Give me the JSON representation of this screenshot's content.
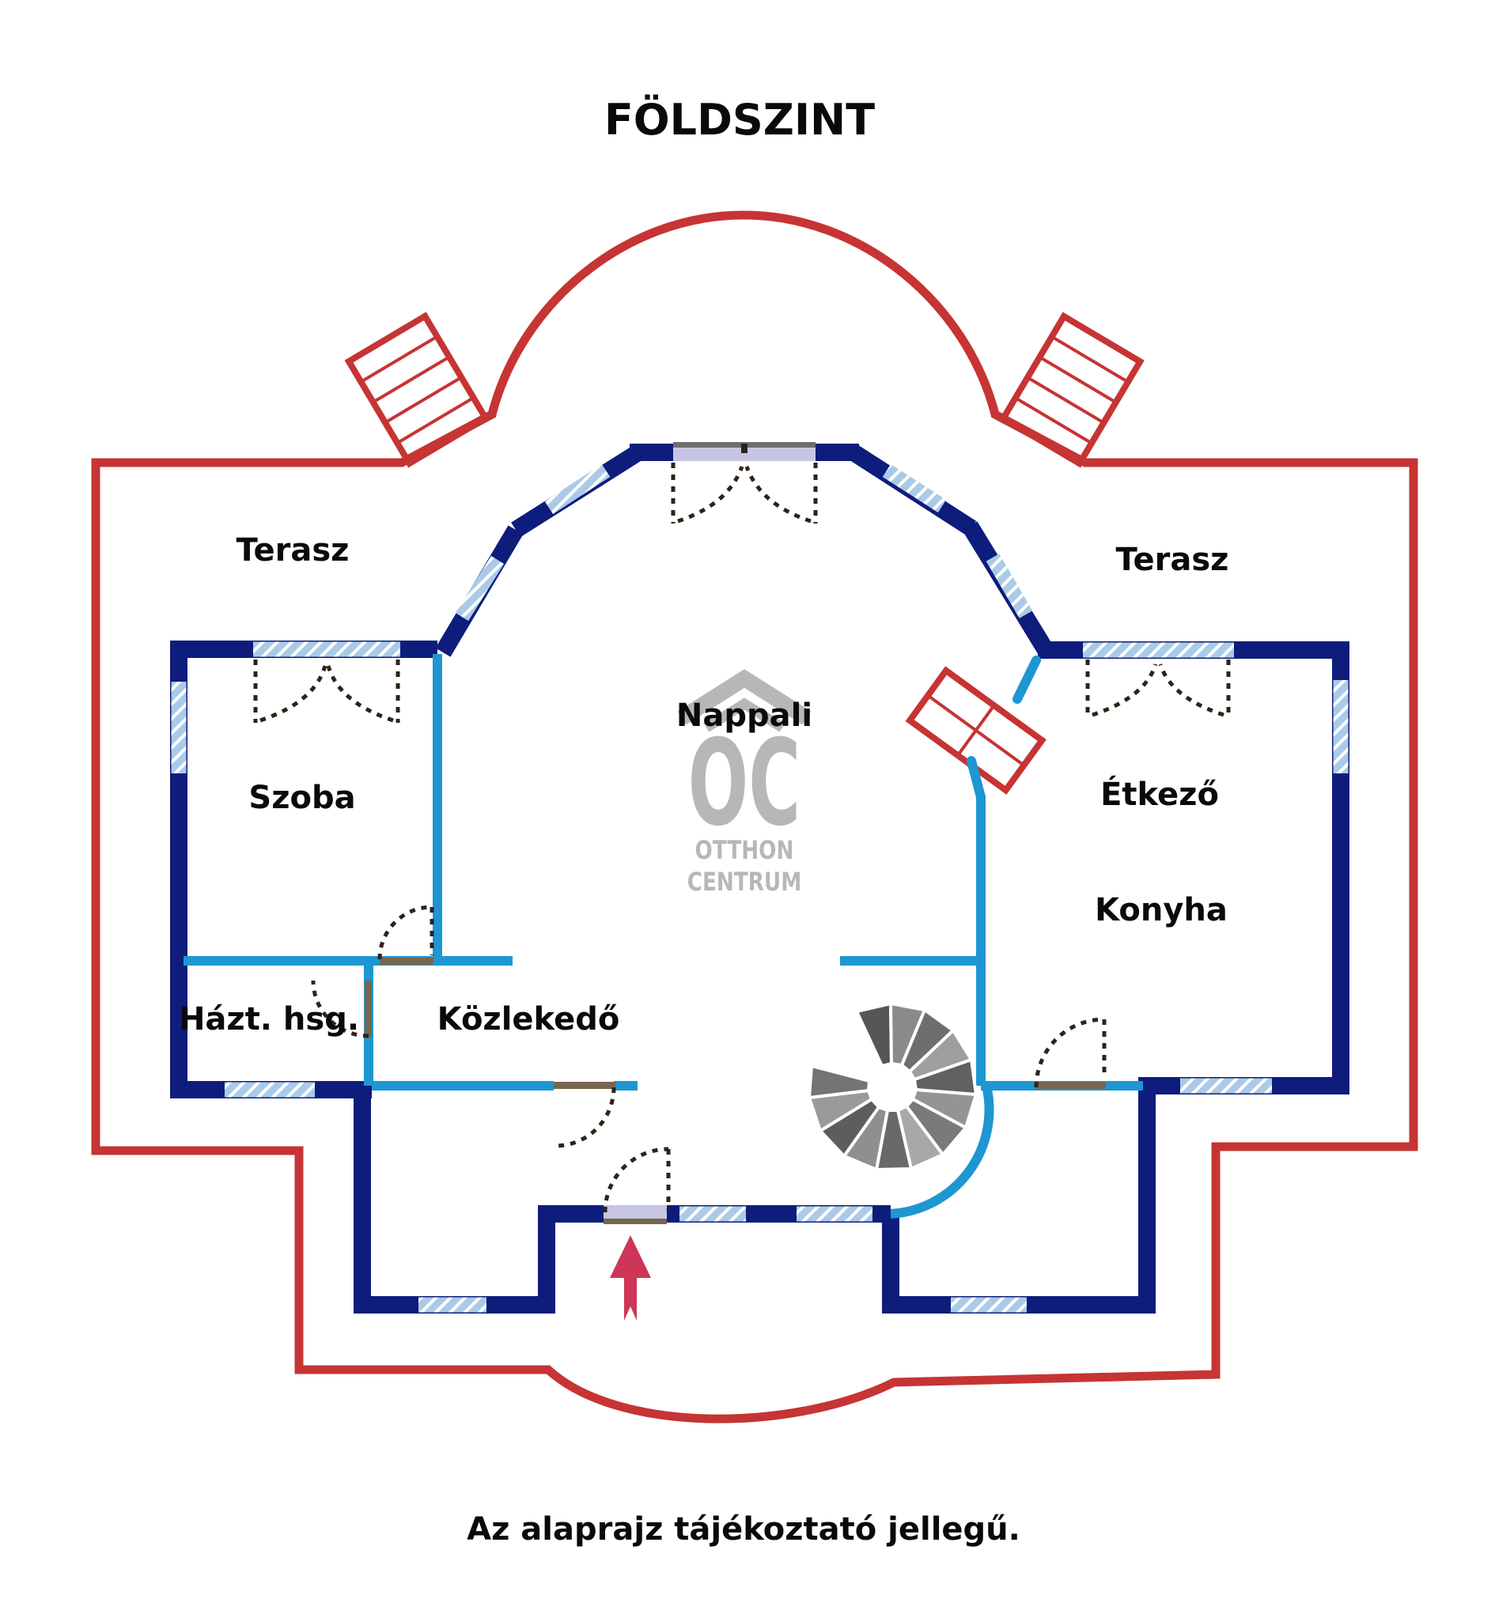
{
  "title": "FÖLDSZINT",
  "footer": "Az alaprajz tájékoztató jellegű.",
  "watermark": {
    "logo": "OC",
    "line1": "OTTHON",
    "line2": "CENTRUM"
  },
  "rooms": {
    "terasz_left": "Terasz",
    "terasz_right": "Terasz",
    "szoba": "Szoba",
    "nappali": "Nappali",
    "etkezo": "Étkező",
    "konyha": "Konyha",
    "hazt_hsg": "Házt. hsg.",
    "kozlekedo": "Közlekedő"
  },
  "icons": {
    "entrance_arrow": "entrance-arrow",
    "spiral_staircase": "spiral-staircase",
    "exterior_stairs": "exterior-stairs",
    "interior_step": "interior-step-stairs"
  },
  "colors": {
    "wall_navy": "#0e1c7c",
    "partition_cyan": "#1e96d2",
    "terrace_red": "#c63434",
    "window_hatch": "#aacbe8",
    "threshold_lavender": "#c6c6e2",
    "threshold_brown": "#77674f",
    "door_swing_dash": "#2e2318",
    "arrow_crimson": "#ce3557",
    "watermark_gray": "#b7b7b7",
    "label_black": "#0a0a0a"
  }
}
